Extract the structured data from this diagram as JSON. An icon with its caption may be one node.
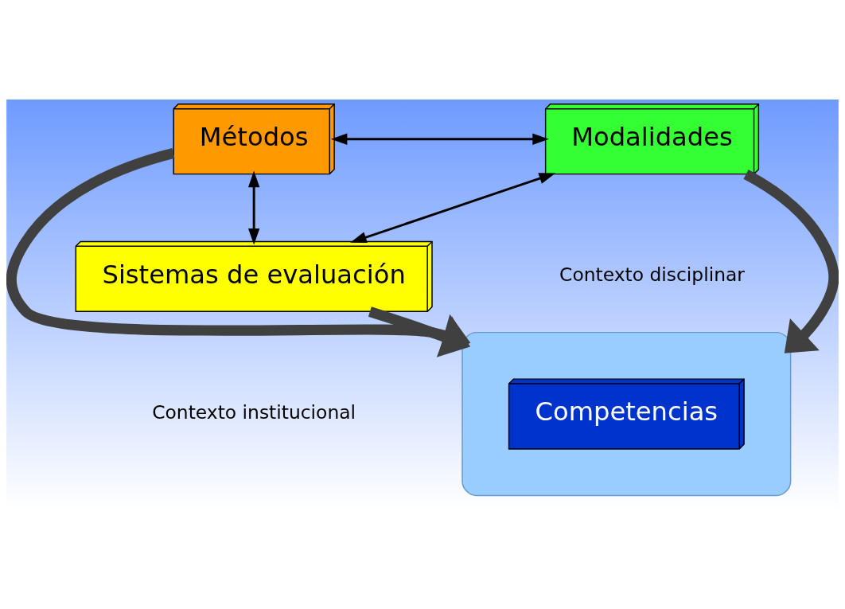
{
  "diagram": {
    "nodes": [
      {
        "text": [
          "Modalidades"
        ]
      },
      {
        "text": [
          "Métodos"
        ]
      },
      {
        "text": [],
        "shape": "ellipse"
      },
      {
        "text": [
          "Competencias"
        ],
        "in": 2
      },
      {
        "text": [
          "Sistemas de evaluación"
        ]
      }
    ],
    "edges": [
      {
        "from": 0,
        "to": 1,
        "arrow": "both"
      },
      {
        "from": 0,
        "to": 2,
        "arrow": "to",
        "style": "thick",
        "color": "#404040"
      },
      {
        "from": 1,
        "to": 2,
        "arrow": "to",
        "style": "thick",
        "color": "#404040"
      },
      {
        "from": 4,
        "to": 2,
        "arrow": "to",
        "style": "thick",
        "color": "#404040"
      },
      {
        "from": 0,
        "to": 4,
        "arrow": "both"
      },
      {
        "from": 1,
        "to": 4,
        "arrow": "both"
      }
    ],
    "labels": [
      "Contexto disciplinar",
      "Contexto institucional"
    ]
  }
}
